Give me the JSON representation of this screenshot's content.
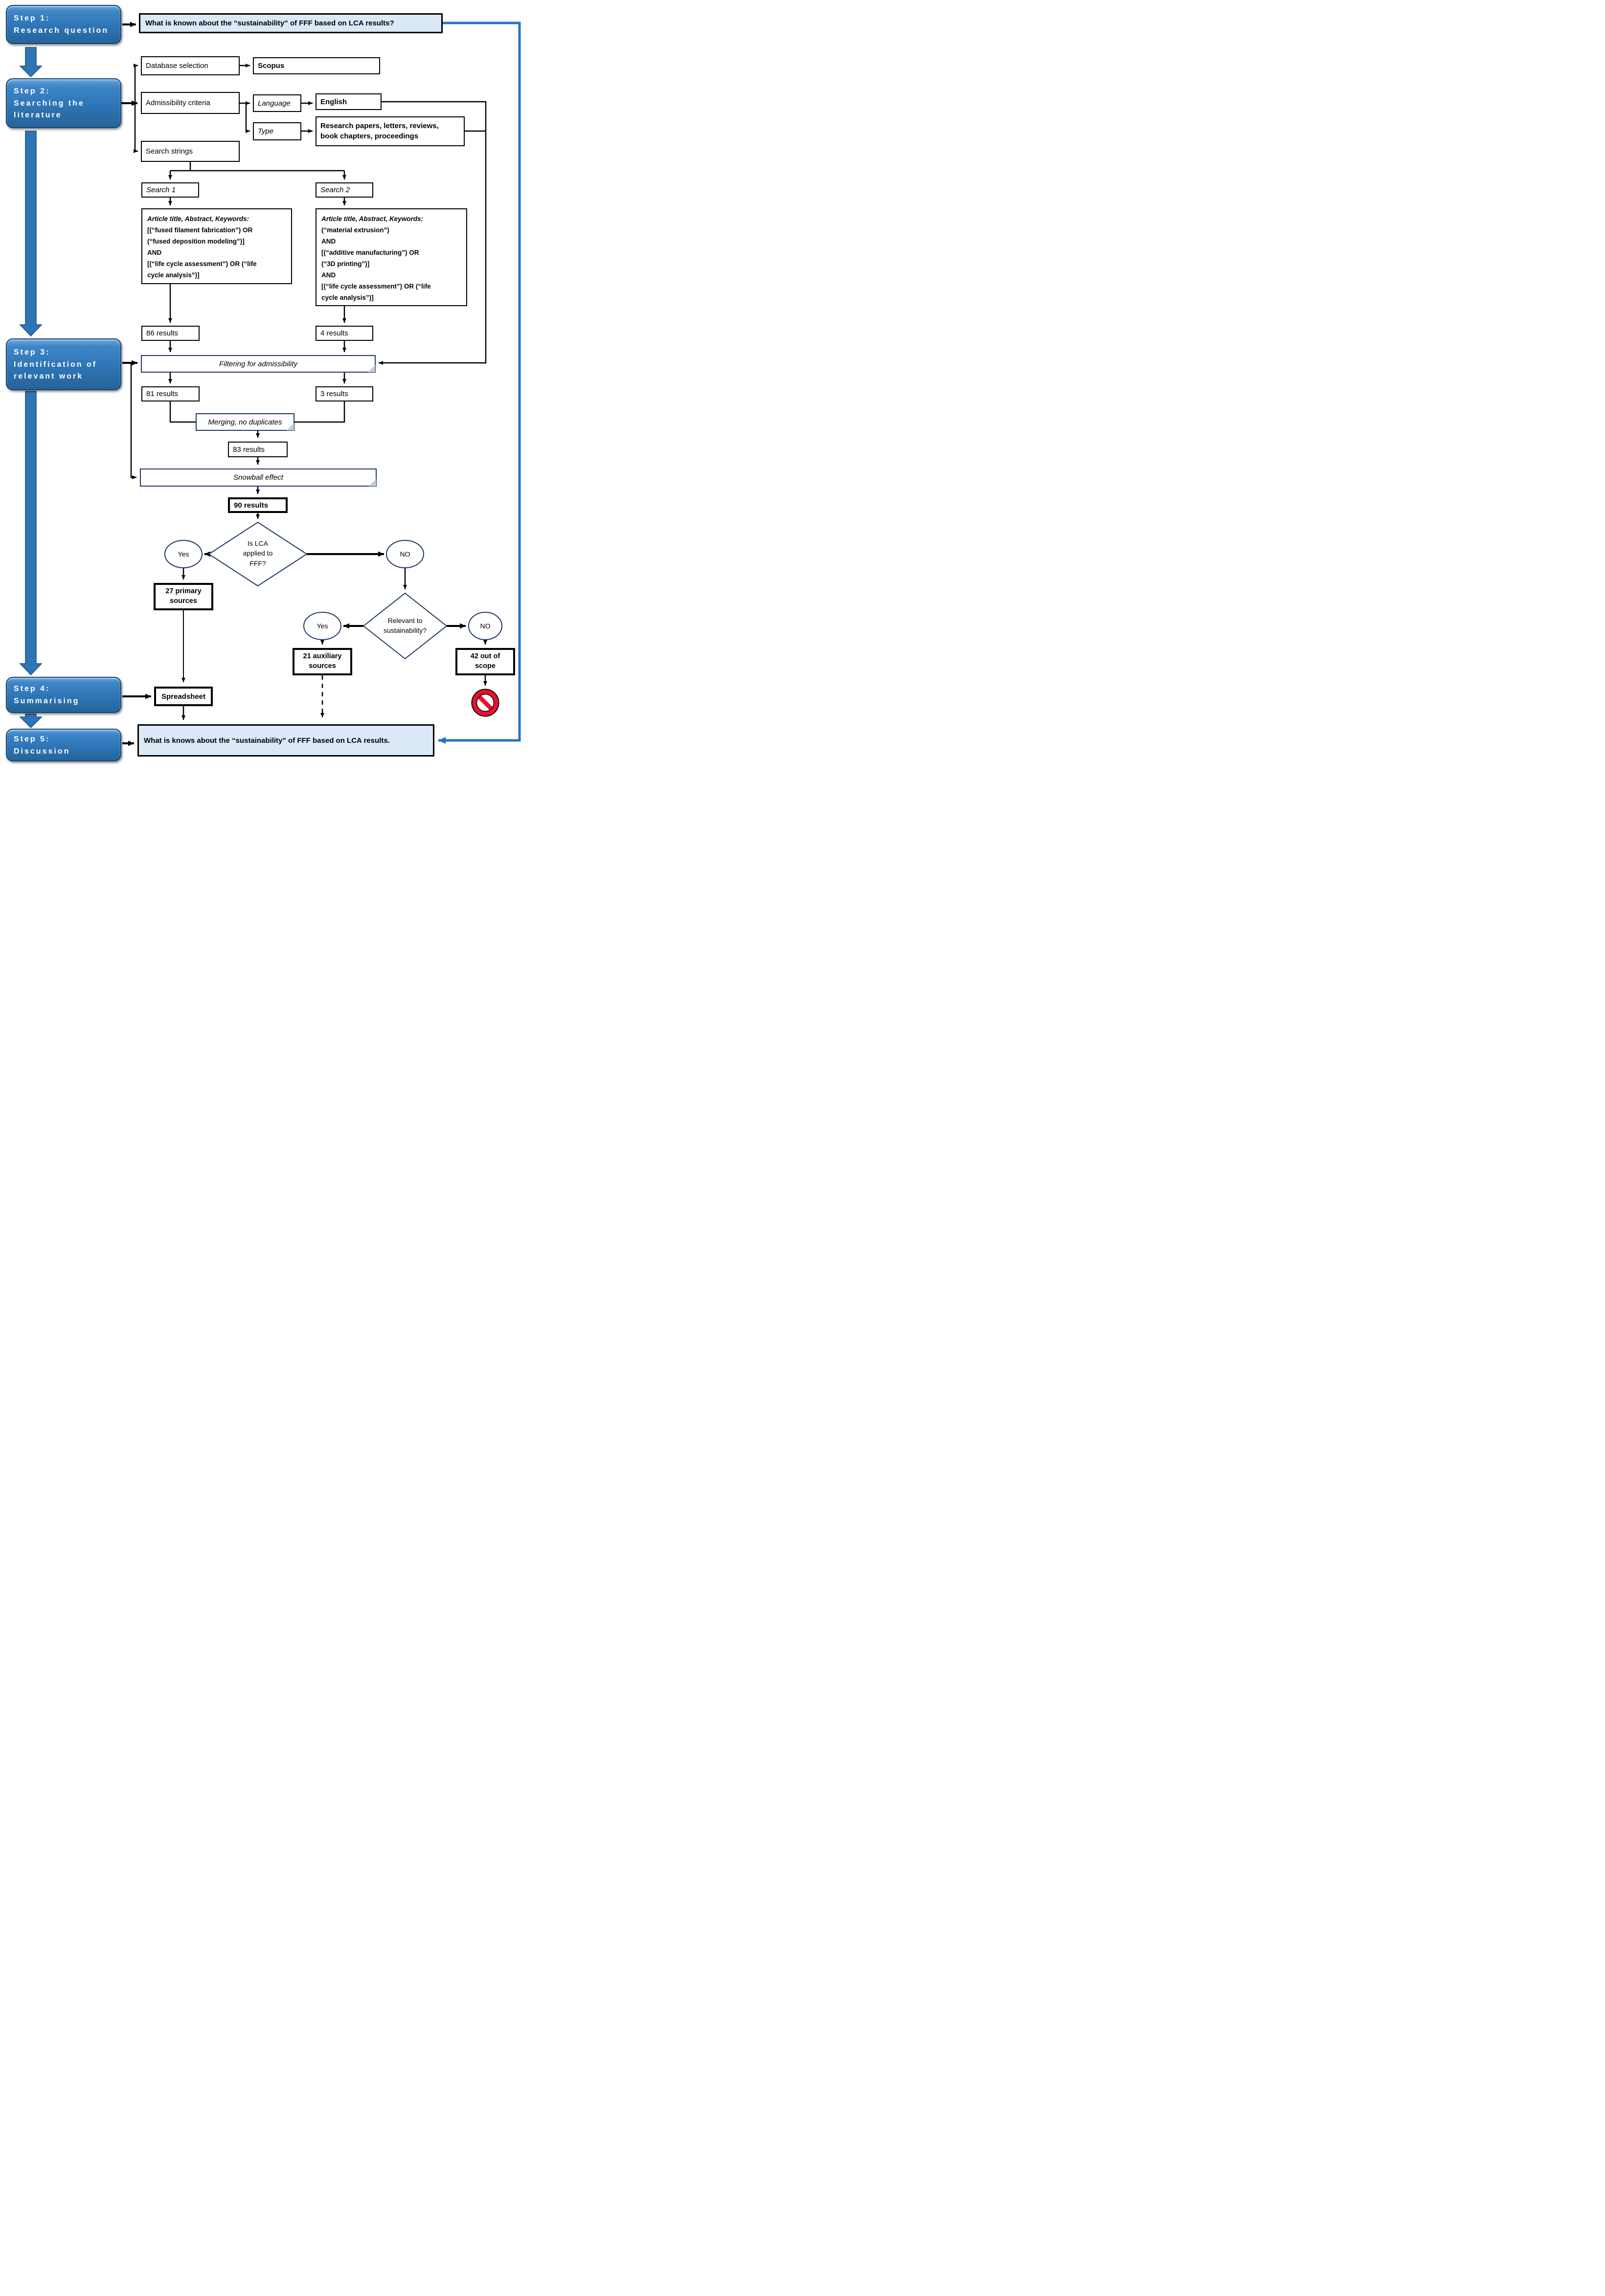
{
  "colors": {
    "step_blue": "#2E75B6",
    "step_border": "#17456E",
    "feedback_line_blue": "#2272C8",
    "banner_border_navy": "#1F3864",
    "light_blue_fill": "#DBE8F6",
    "no_entry_red": "#E8112D"
  },
  "steps": [
    {
      "title": "Step 1:",
      "subtitle": "Research question"
    },
    {
      "title": "Step 2:",
      "subtitle": "Searching the\nliterature"
    },
    {
      "title": "Step 3:",
      "subtitle": "Identification of\nrelevant work"
    },
    {
      "title": "Step 4:",
      "subtitle": "Summarising"
    },
    {
      "title": "Step 5:",
      "subtitle": "Discussion"
    }
  ],
  "research_question": "What is known about the “sustainability” of FFF based on LCA results?",
  "search_setup": {
    "database_label": "Database selection",
    "database_value": "Scopus",
    "criteria_label": "Admissibility criteria",
    "language_label": "Language",
    "language_value": "English",
    "type_label": "Type",
    "type_value": "Research papers, letters, reviews,\nbook chapters, proceedings",
    "strings_label": "Search strings"
  },
  "searches": [
    {
      "label": "Search 1",
      "query_heading": "Article title, Abstract, Keywords:",
      "query_body": "[(“fused filament fabrication”) OR\n(“fused deposition modeling”)]\nAND\n[(“life cycle assessment”) OR (“life\ncycle analysis”)]"
    },
    {
      "label": "Search 2",
      "query_heading": "Article title, Abstract, Keywords:",
      "query_body": "(“material extrusion”)\nAND\n[(“additive manufacturing”) OR\n(“3D printing”)]\nAND\n[(“life cycle assessment”) OR (“life\ncycle analysis”)]"
    }
  ],
  "results": {
    "search1": "86 results",
    "search2": "4 results",
    "filtered1": "81 results",
    "filtered2": "3 results",
    "merged": "83 results",
    "snowballed": "90 results"
  },
  "process": {
    "filtering": "Filtering for admissibility",
    "merging": "Merging, no duplicates",
    "snowball": "Snowball effect"
  },
  "decisions": [
    {
      "question": "Is LCA\napplied to\nFFF?",
      "yes": "Yes",
      "no": "NO"
    },
    {
      "question": "Relevant to\nsustainability?",
      "yes": "Yes",
      "no": "NO"
    }
  ],
  "outcomes": {
    "primary": "27 primary\nsources",
    "auxiliary": "21 auxiliary\nsources",
    "out_of_scope": "42 out of\nscope"
  },
  "summarising": {
    "spreadsheet_label": "Spreadsheet"
  },
  "discussion_statement": "What is knows about the “sustainability” of FFF based on LCA results."
}
